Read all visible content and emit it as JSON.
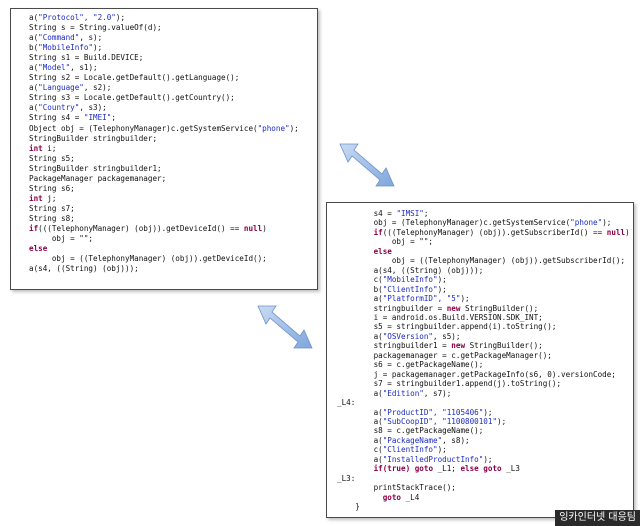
{
  "panel1": {
    "lines": [
      [
        [
          "a(",
          ""
        ],
        [
          "\"Protocol\", \"2.0\"",
          "str"
        ],
        [
          ");",
          ""
        ]
      ],
      [
        [
          "String s = String.valueOf(d);",
          ""
        ]
      ],
      [
        [
          "a(",
          ""
        ],
        [
          "\"Command\"",
          "str"
        ],
        [
          ", s);",
          ""
        ]
      ],
      [
        [
          "b(",
          ""
        ],
        [
          "\"MobileInfo\"",
          "str"
        ],
        [
          ");",
          ""
        ]
      ],
      [
        [
          "String s1 = Build.DEVICE;",
          ""
        ]
      ],
      [
        [
          "a(",
          ""
        ],
        [
          "\"Model\"",
          "str"
        ],
        [
          ", s1);",
          ""
        ]
      ],
      [
        [
          "String s2 = Locale.getDefault().getLanguage();",
          ""
        ]
      ],
      [
        [
          "a(",
          ""
        ],
        [
          "\"Language\"",
          "str"
        ],
        [
          ", s2);",
          ""
        ]
      ],
      [
        [
          "String s3 = Locale.getDefault().getCountry();",
          ""
        ]
      ],
      [
        [
          "a(",
          ""
        ],
        [
          "\"Country\"",
          "str"
        ],
        [
          ", s3);",
          ""
        ]
      ],
      [
        [
          "String s4 = ",
          ""
        ],
        [
          "\"IMEI\"",
          "str"
        ],
        [
          ";",
          ""
        ]
      ],
      [
        [
          "Object obj = (TelephonyManager)c.getSystemService(",
          ""
        ],
        [
          "\"phone\"",
          "str"
        ],
        [
          ");",
          ""
        ]
      ],
      [
        [
          "StringBuilder stringbuilder;",
          ""
        ]
      ],
      [
        [
          "int",
          "kw"
        ],
        [
          " i;",
          ""
        ]
      ],
      [
        [
          "String s5;",
          ""
        ]
      ],
      [
        [
          "StringBuilder stringbuilder1;",
          ""
        ]
      ],
      [
        [
          "PackageManager packagemanager;",
          ""
        ]
      ],
      [
        [
          "String s6;",
          ""
        ]
      ],
      [
        [
          "int",
          "kw"
        ],
        [
          " j;",
          ""
        ]
      ],
      [
        [
          "String s7;",
          ""
        ]
      ],
      [
        [
          "String s8;",
          ""
        ]
      ],
      [
        [
          "if",
          "kw"
        ],
        [
          "(((TelephonyManager) (obj)).getDeviceId() == ",
          ""
        ],
        [
          "null",
          "kw"
        ],
        [
          ")",
          ""
        ]
      ],
      [
        [
          "     obj = \"\";",
          ""
        ]
      ],
      [
        [
          "else",
          "kw"
        ]
      ],
      [
        [
          "     obj = ((TelephonyManager) (obj)).getDeviceId();",
          ""
        ]
      ],
      [
        [
          "a(s4, ((String) (obj)));",
          ""
        ]
      ]
    ]
  },
  "panel2": {
    "lines": [
      [
        [
          "        s4 = ",
          ""
        ],
        [
          "\"IMSI\"",
          "str"
        ],
        [
          ";",
          ""
        ]
      ],
      [
        [
          "        obj = (TelephonyManager)c.getSystemService(",
          ""
        ],
        [
          "\"phone\"",
          "str"
        ],
        [
          ");",
          ""
        ]
      ],
      [
        [
          "        ",
          ""
        ],
        [
          "if",
          "kw"
        ],
        [
          "(((TelephonyManager) (obj)).getSubscriberId() == ",
          ""
        ],
        [
          "null",
          "kw"
        ],
        [
          ")",
          ""
        ]
      ],
      [
        [
          "            obj = \"\";",
          ""
        ]
      ],
      [
        [
          "        ",
          ""
        ],
        [
          "else",
          "kw"
        ]
      ],
      [
        [
          "            obj = ((TelephonyManager) (obj)).getSubscriberId();",
          ""
        ]
      ],
      [
        [
          "        a(s4, ((String) (obj)));",
          ""
        ]
      ],
      [
        [
          "        c(",
          ""
        ],
        [
          "\"MobileInfo\"",
          "str"
        ],
        [
          ");",
          ""
        ]
      ],
      [
        [
          "        b(",
          ""
        ],
        [
          "\"ClientInfo\"",
          "str"
        ],
        [
          ");",
          ""
        ]
      ],
      [
        [
          "        a(",
          ""
        ],
        [
          "\"PlatformID\", \"5\"",
          "str"
        ],
        [
          ");",
          ""
        ]
      ],
      [
        [
          "        stringbuilder = ",
          ""
        ],
        [
          "new",
          "kw"
        ],
        [
          " StringBuilder();",
          ""
        ]
      ],
      [
        [
          "        i = android.os.Build.VERSION.SDK_INT;",
          ""
        ]
      ],
      [
        [
          "        s5 = stringbuilder.append(i).toString();",
          ""
        ]
      ],
      [
        [
          "        a(",
          ""
        ],
        [
          "\"OSVersion\"",
          "str"
        ],
        [
          ", s5);",
          ""
        ]
      ],
      [
        [
          "        stringbuilder1 = ",
          ""
        ],
        [
          "new",
          "kw"
        ],
        [
          " StringBuilder();",
          ""
        ]
      ],
      [
        [
          "        packagemanager = c.getPackageManager();",
          ""
        ]
      ],
      [
        [
          "        s6 = c.getPackageName();",
          ""
        ]
      ],
      [
        [
          "        j = packagemanager.getPackageInfo(s6, 0).versionCode;",
          ""
        ]
      ],
      [
        [
          "        s7 = stringbuilder1.append(j).toString();",
          ""
        ]
      ],
      [
        [
          "        a(",
          ""
        ],
        [
          "\"Edition\"",
          "str"
        ],
        [
          ", s7);",
          ""
        ]
      ],
      [
        [
          "_L4:",
          ""
        ]
      ],
      [
        [
          "        a(",
          ""
        ],
        [
          "\"ProductID\", \"1105406\"",
          "str"
        ],
        [
          ");",
          ""
        ]
      ],
      [
        [
          "        a(",
          ""
        ],
        [
          "\"SubCoopID\", \"1100800101\"",
          "str"
        ],
        [
          ");",
          ""
        ]
      ],
      [
        [
          "        s8 = c.getPackageName();",
          ""
        ]
      ],
      [
        [
          "        a(",
          ""
        ],
        [
          "\"PackageName\"",
          "str"
        ],
        [
          ", s8);",
          ""
        ]
      ],
      [
        [
          "        c(",
          ""
        ],
        [
          "\"ClientInfo\"",
          "str"
        ],
        [
          ");",
          ""
        ]
      ],
      [
        [
          "        a(",
          ""
        ],
        [
          "\"InstalledProductInfo\"",
          "str"
        ],
        [
          ");",
          ""
        ]
      ],
      [
        [
          "        ",
          ""
        ],
        [
          "if(true) goto",
          "kw"
        ],
        [
          " _L1; ",
          ""
        ],
        [
          "else goto",
          "kw"
        ],
        [
          " _L3",
          ""
        ]
      ],
      [
        [
          "_L3:",
          ""
        ]
      ],
      [
        [
          "        printStackTrace();",
          ""
        ]
      ],
      [
        [
          "          ",
          ""
        ],
        [
          "goto",
          "kw"
        ],
        [
          " _L4",
          ""
        ]
      ],
      [
        [
          "    }",
          ""
        ]
      ]
    ]
  },
  "arrows": {
    "color": "#8fb3e0",
    "edge_color": "#5f86c4"
  },
  "watermark": {
    "text": "잉카인터넷 대응팀"
  }
}
